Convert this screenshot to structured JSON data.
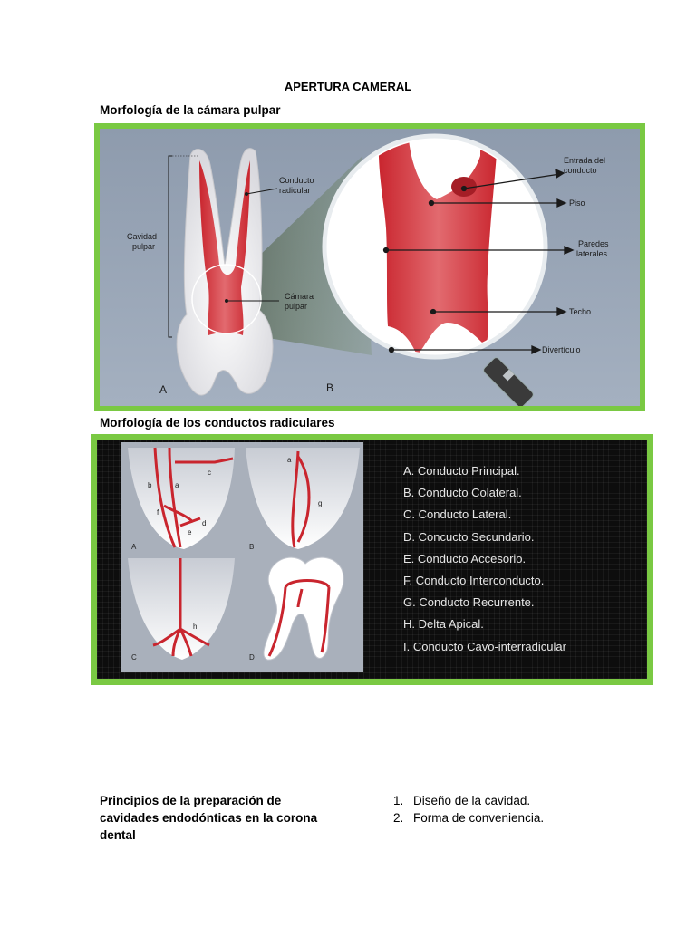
{
  "title": "APERTURA CAMERAL",
  "section1": {
    "heading": "Morfología de la cámara  pulpar",
    "figure": {
      "labels": {
        "conducto_radicular_1": "Conducto",
        "conducto_radicular_2": "radicular",
        "cavidad_pulpar_1": "Cavidad",
        "cavidad_pulpar_2": "pulpar",
        "camara_pulpar_1": "Cámara",
        "camara_pulpar_2": "pulpar",
        "entrada_1": "Entrada del",
        "entrada_2": "conducto",
        "piso": "Piso",
        "paredes_1": "Paredes",
        "paredes_2": "laterales",
        "techo": "Techo",
        "diverticulo": "Divertículo",
        "panel_a": "A",
        "panel_b": "B"
      }
    }
  },
  "section2": {
    "heading": "Morfología de los conductos radiculares",
    "figure": {
      "panel_labels": [
        "A",
        "B",
        "C",
        "D"
      ],
      "letters": {
        "a": "a",
        "b": "b",
        "c": "c",
        "d": "d",
        "e": "e",
        "f": "f",
        "g": "g",
        "h": "h"
      },
      "legend": [
        "A. Conducto Principal.",
        "B. Conducto Colateral.",
        "C. Conducto Lateral.",
        "D. Concucto Secundario.",
        "E. Conducto Accesorio.",
        "F. Conducto Interconducto.",
        "G. Conducto Recurrente.",
        "H. Delta Apical.",
        "I.  Conducto Cavo-interradicular"
      ]
    }
  },
  "principles": {
    "text": "Principios de la preparación de cavidades endodónticas en la corona dental",
    "steps": [
      {
        "num": "1.",
        "text": "Diseño de la cavidad."
      },
      {
        "num": "2.",
        "text": "Forma de conveniencia."
      }
    ]
  },
  "colors": {
    "frame_green": "#7ac943",
    "pulp_red": "#d2343b"
  }
}
